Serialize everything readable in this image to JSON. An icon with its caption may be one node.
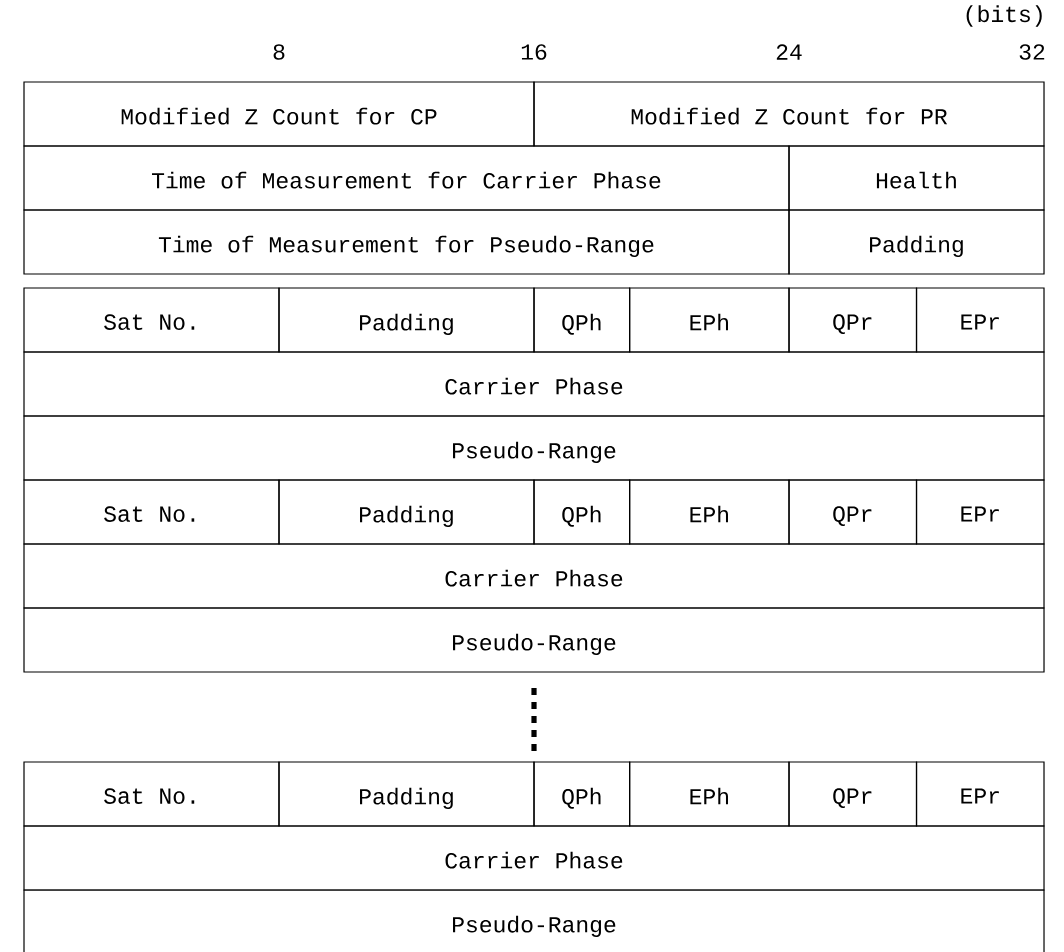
{
  "diagram": {
    "nodes": [
      {
        "text": [
          "Modified Z Count for CP"
        ]
      },
      {
        "text": [
          "Modified Z Count for PR"
        ]
      },
      {
        "text": [
          "Time of Measurement for Carrier Phase"
        ]
      },
      {
        "text": [
          "Health"
        ]
      },
      {
        "text": [
          "Time of Measurement for Pseudo-Range"
        ]
      },
      {
        "text": [
          "Padding"
        ]
      },
      {
        "text": [
          "Sat No."
        ]
      },
      {
        "text": [
          "Padding"
        ]
      },
      {
        "text": [
          "QPh"
        ]
      },
      {
        "text": [
          "EPh"
        ]
      },
      {
        "text": [
          "QPr"
        ]
      },
      {
        "text": [
          "EPr"
        ]
      },
      {
        "text": [
          "Carrier Phase"
        ]
      },
      {
        "text": [
          "Pseudo-Range"
        ]
      },
      {
        "text": [
          "Sat No."
        ]
      },
      {
        "text": [
          "Padding"
        ]
      },
      {
        "text": [
          "QPh"
        ]
      },
      {
        "text": [
          "EPh"
        ]
      },
      {
        "text": [
          "QPr"
        ]
      },
      {
        "text": [
          "EPr"
        ]
      },
      {
        "text": [
          "Carrier Phase"
        ]
      },
      {
        "text": [
          "Pseudo-Range"
        ]
      },
      {
        "text": [
          "Sat No."
        ]
      },
      {
        "text": [
          "Padding"
        ]
      },
      {
        "text": [
          "QPh"
        ]
      },
      {
        "text": [
          "EPh"
        ]
      },
      {
        "text": [
          "QPr"
        ]
      },
      {
        "text": [
          "EPr"
        ]
      },
      {
        "text": [
          "Carrier Phase"
        ]
      },
      {
        "text": [
          "Pseudo-Range"
        ]
      }
    ],
    "labels": [
      "(bits)",
      "8",
      "16",
      "24",
      "32"
    ]
  }
}
